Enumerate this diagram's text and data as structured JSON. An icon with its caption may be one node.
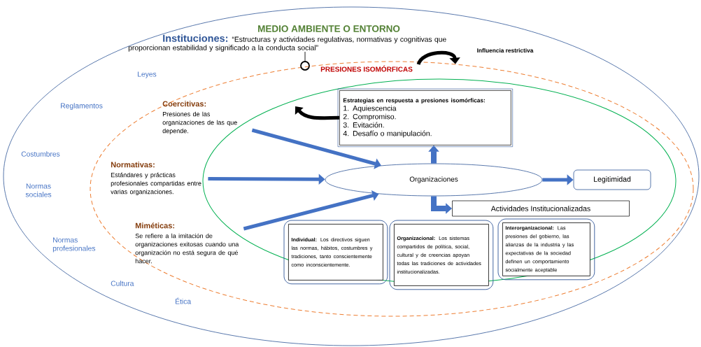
{
  "diagram": {
    "title": "MEDIO AMBIENTE O ENTORNO",
    "nodes": [
      {
        "text": [],
        "shape": "ellipse"
      },
      {
        "text": [
          "PRESIONES ISOMÓRFICAS"
        ],
        "in": 0
      },
      {
        "text": [],
        "shape": "ellipse",
        "in": 1
      },
      {
        "text": [
          "Coercitivas:",
          "Presiones de las organizaciones de las que depende."
        ],
        "in": 1
      },
      {
        "text": [
          "Normativas:",
          "Estándares y prácticas profesionales compartidas entre varias organizaciones."
        ],
        "in": 1
      },
      {
        "text": [
          "Miméticas:",
          "Se refiere a la imitación de organizaciones exitosas cuando una organización no está segura de qué hacer."
        ],
        "in": 1
      },
      {
        "text": [
          "Estrategias en respuesta a presiones isomórficas:",
          "1. Aquiescencia",
          "2. Compromiso.",
          "3. Evitación.",
          "4. Desafío o manipulación."
        ],
        "in": 2
      },
      {
        "text": [
          "Organizaciones"
        ],
        "in": 2
      },
      {
        "text": [
          "Legitimidad"
        ],
        "in": 2
      },
      {
        "text": [
          "Actividades Institucionalizadas"
        ],
        "in": 2
      },
      {
        "text": [
          "**Individual:** Los directivos siguen las normas, hábitos, costumbres y tradiciones, tanto conscientemente como inconscientemente."
        ],
        "in": 2
      },
      {
        "text": [
          "**Organizacional:** Los sistemas compartidos de política, social, cultural y de creencias apoyan todas las tradiciones de actividades institucionalizadas."
        ],
        "in": 1
      },
      {
        "text": [
          "**Interorganizacional:** Las presiones del gobierno, las alianzas de la industria y las expectativas de la sociedad definen un comportamiento socialmente aceptable"
        ],
        "in": 2
      },
      {
        "text": [
          "Instituciones:",
          "“Estructuras y actividades regulativas, normativas y cognitivas que proporcionan estabilidad y significado a la conducta social”"
        ],
        "in": 0
      },
      {
        "text": [],
        "shape": "circle",
        "in": 0
      }
    ],
    "edges": [
      {
        "from": 3,
        "to": 7,
        "arrow": "to"
      },
      {
        "from": 4,
        "to": 7,
        "arrow": "to"
      },
      {
        "from": 5,
        "to": 7,
        "arrow": "to"
      },
      {
        "from": 7,
        "to": 6,
        "arrow": "to"
      },
      {
        "from": 7,
        "to": 8,
        "arrow": "to"
      },
      {
        "from": 7,
        "to": 9,
        "arrow": "to"
      },
      {
        "from": null,
        "to": 1,
        "arrow": "to",
        "color": "#000000",
        "label": "Influencia restrictiva"
      },
      {
        "from": 6,
        "to": null,
        "arrow": "to",
        "color": "#000000"
      },
      {
        "from": 14,
        "to": 13,
        "arrow": "none",
        "color": "#000000"
      }
    ],
    "labels": [
      "Leyes",
      "Reglamentos",
      "Costumbres",
      "Normas sociales",
      "Normas profesionales",
      "Cultura",
      "Ética"
    ]
  }
}
